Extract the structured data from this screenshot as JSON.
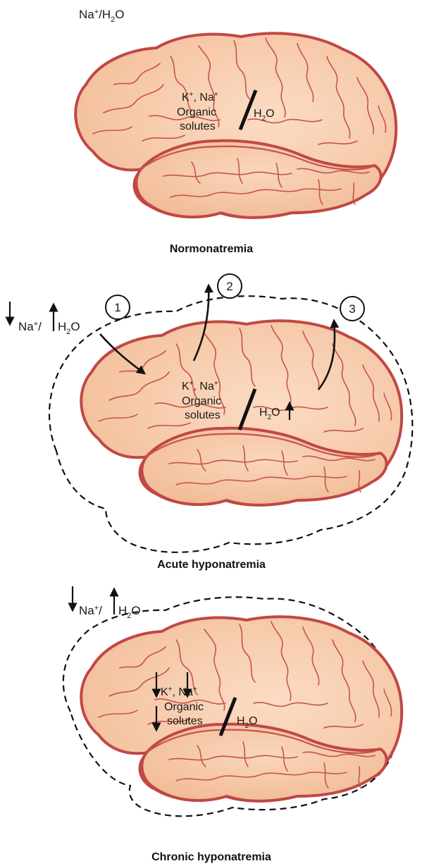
{
  "panels": [
    {
      "caption": "Normonatremia",
      "ratio": {
        "na": "Na",
        "na_sup": "+",
        "slash": "/H",
        "sub2": "2",
        "o": "O"
      },
      "cell": {
        "ions": "K",
        "ions_sup1": "+",
        "ions_mid": ", Na",
        "ions_sup2": "+",
        "organic": "Organic",
        "solutes": "solutes",
        "water_h": "H",
        "water_sub": "2",
        "water_o": "O"
      }
    },
    {
      "caption": "Acute hyponatremia",
      "ratio": {
        "na": "Na",
        "na_sup": "+",
        "slash": "/",
        "h": "H",
        "sub2": "2",
        "o": "O"
      },
      "cell": {
        "ions": "K",
        "ions_sup1": "+",
        "ions_mid": ", Na",
        "ions_sup2": "+",
        "organic": "Organic",
        "solutes": "solutes",
        "water_h": "H",
        "water_sub": "2",
        "water_o": "O"
      },
      "steps": [
        "1",
        "2",
        "3"
      ]
    },
    {
      "caption": "Chronic hyponatremia",
      "ratio": {
        "na": "Na",
        "na_sup": "+",
        "slash": "/",
        "h": "H",
        "sub2": "2",
        "o": "O"
      },
      "cell": {
        "ions": "K",
        "ions_sup1": "+",
        "ions_mid": ", Na",
        "ions_sup2": "+",
        "organic": "Organic",
        "solutes": "solutes",
        "water_h": "H",
        "water_sub": "2",
        "water_o": "O"
      }
    }
  ],
  "colors": {
    "brain_fill": "#f6c9a8",
    "brain_fill_light": "#fbdcc4",
    "gyri_stroke": "#c7524e",
    "outline": "#c04845",
    "ink": "#111111"
  }
}
